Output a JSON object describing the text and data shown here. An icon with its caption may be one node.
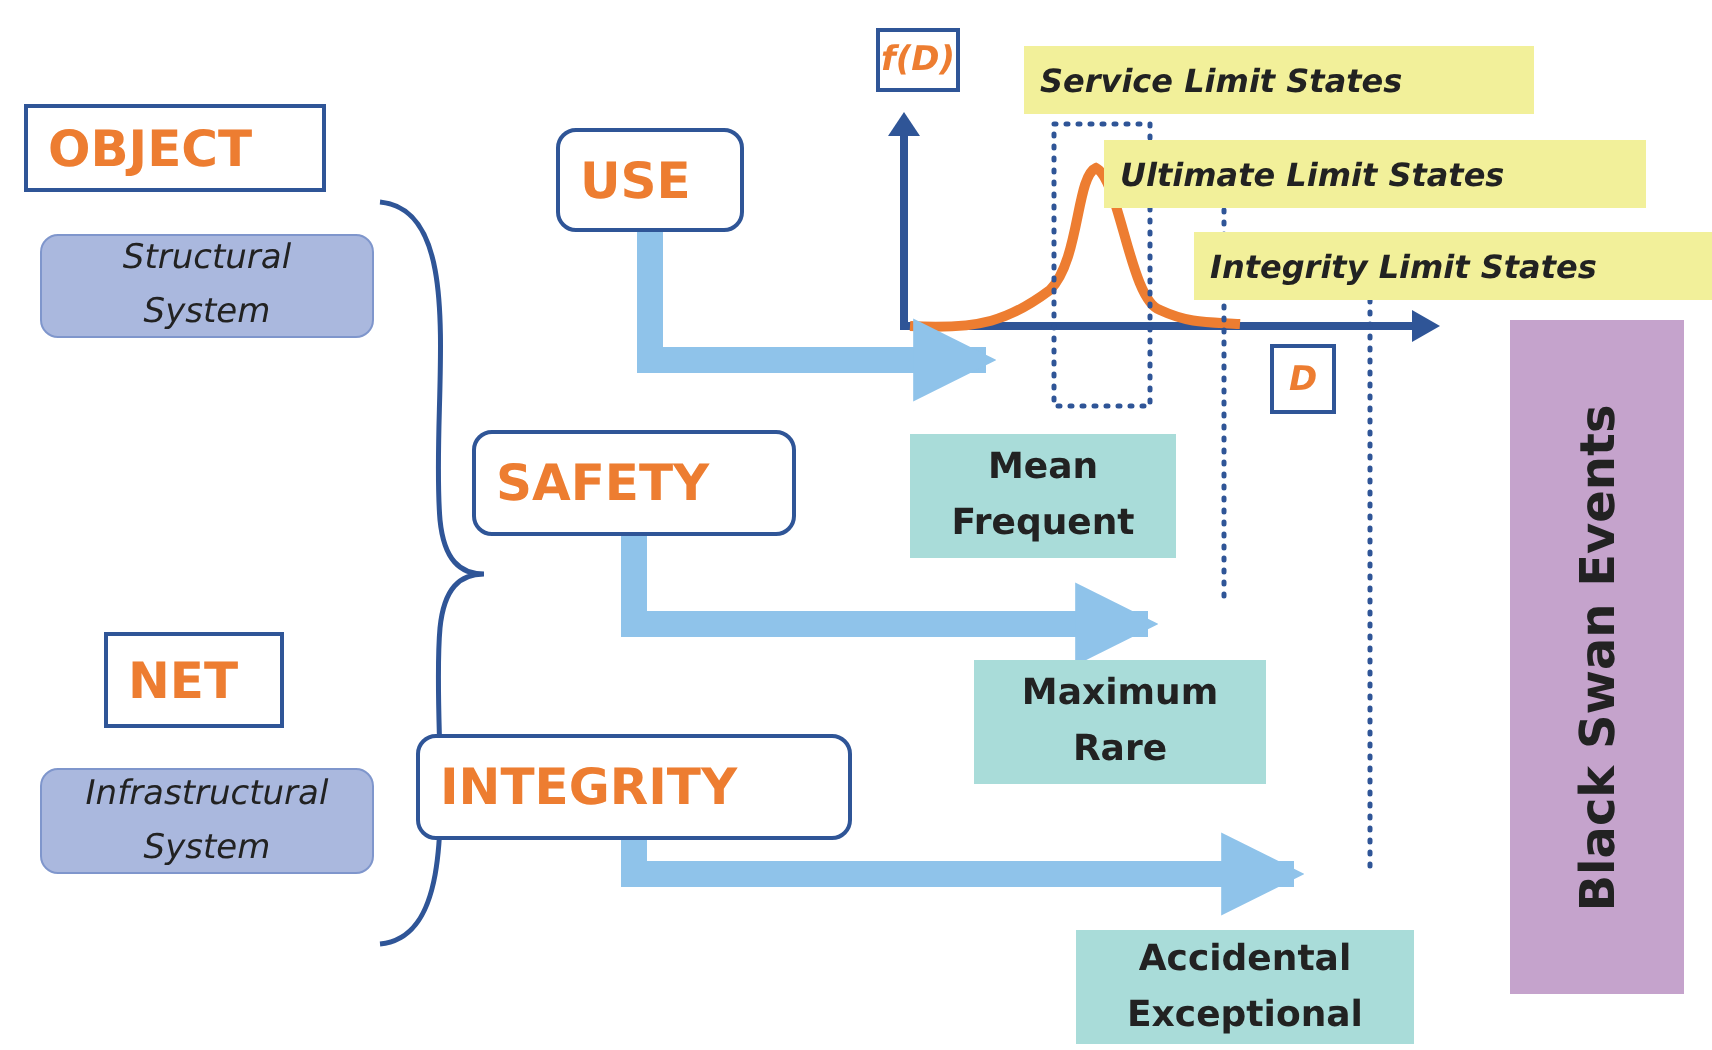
{
  "diagram": {
    "nodes": [
      {
        "text": [
          "OBJECT"
        ]
      },
      {
        "text": [
          "Structural System"
        ]
      },
      {
        "text": [
          "NET"
        ]
      },
      {
        "text": [
          "Infrastructural System"
        ]
      },
      {
        "text": [
          "USE"
        ]
      },
      {
        "text": [
          "SAFETY"
        ]
      },
      {
        "text": [
          "INTEGRITY"
        ]
      },
      {
        "text": [
          "f(D)"
        ]
      },
      {
        "text": [
          "Service Limit States"
        ]
      },
      {
        "text": [
          "Ultimate Limit States"
        ]
      },
      {
        "text": [
          "Integrity Limit States"
        ]
      },
      {
        "text": [
          "D"
        ]
      },
      {
        "text": [
          "Mean Frequent"
        ]
      },
      {
        "text": [
          "Black Swan Events"
        ]
      },
      {
        "text": [
          "Maximum Rare"
        ]
      },
      {
        "text": [
          "Accidental Exceptional"
        ]
      },
      {
        "text": [],
        "shape": "box"
      },
      {
        "text": [],
        "shape": "line"
      },
      {
        "text": [],
        "shape": "line"
      }
    ],
    "edges": [
      {
        "from": 4,
        "to": 16,
        "arrow": "to"
      },
      {
        "from": 5,
        "to": 17,
        "arrow": "to"
      },
      {
        "from": 6,
        "to": 18,
        "arrow": "to"
      }
    ]
  }
}
